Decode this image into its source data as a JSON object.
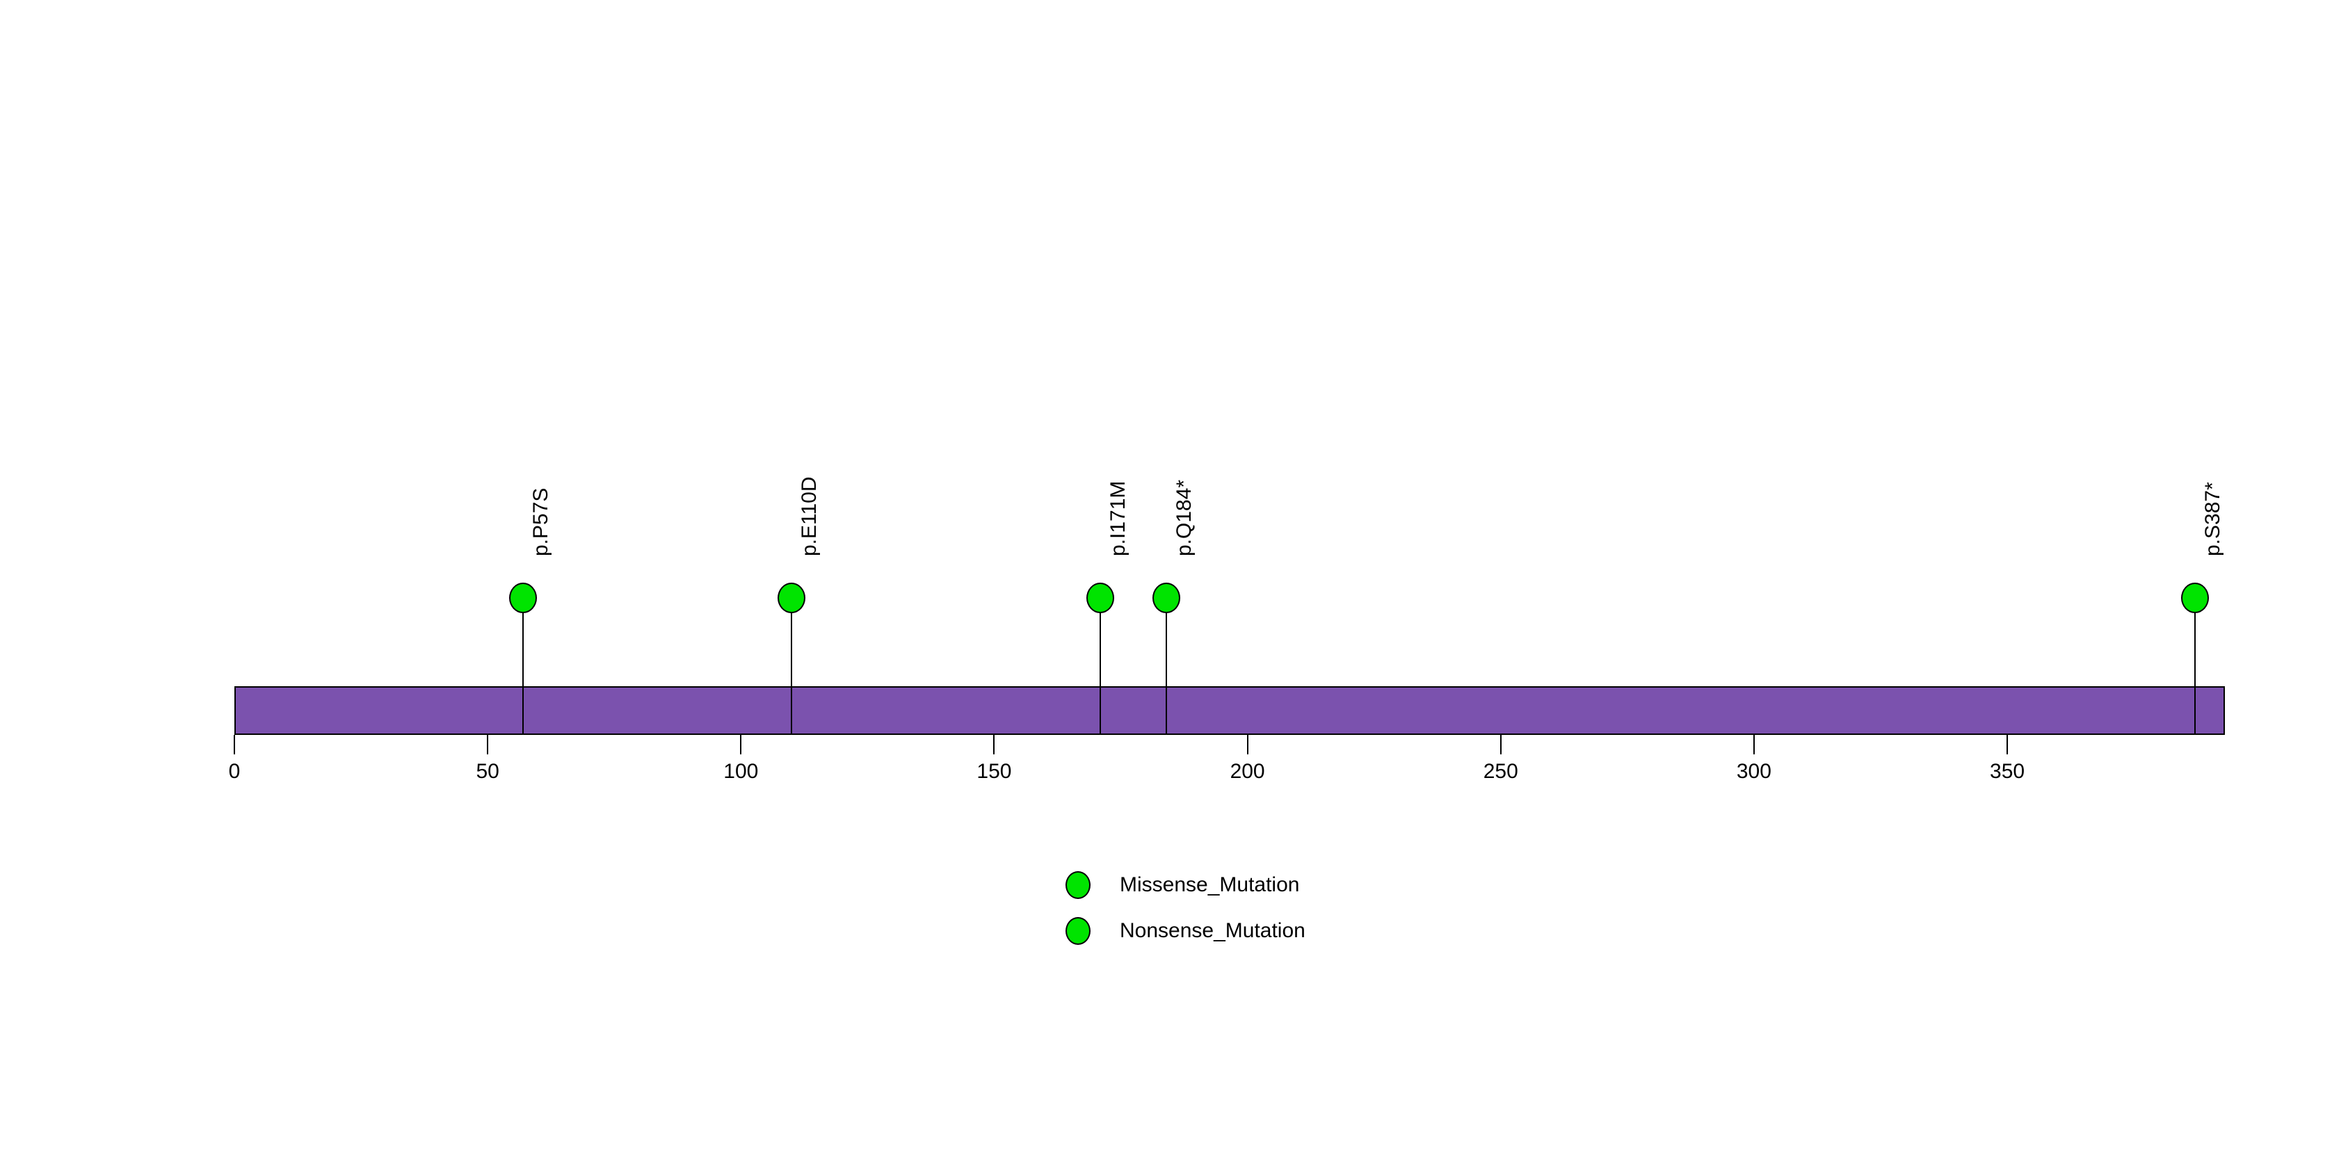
{
  "chart_data": {
    "type": "lollipop",
    "title": "",
    "xlabel": "",
    "ylabel": "",
    "xlim": [
      0,
      393
    ],
    "grid": false,
    "legend_position": "bottom-center",
    "protein": {
      "length": 393,
      "color": "#7B52AE",
      "border_color": "#000000"
    },
    "axis": {
      "ticks": [
        0,
        50,
        100,
        150,
        200,
        250,
        300,
        350
      ],
      "tick_labels": [
        "0",
        "50",
        "100",
        "150",
        "200",
        "250",
        "300",
        "350"
      ]
    },
    "mutations": [
      {
        "label": "p.P57S",
        "position": 57,
        "count": 1,
        "type": "Missense_Mutation",
        "color": "#00E400"
      },
      {
        "label": "p.E110D",
        "position": 110,
        "count": 1,
        "type": "Missense_Mutation",
        "color": "#00E400"
      },
      {
        "label": "p.I171M",
        "position": 171,
        "count": 1,
        "type": "Missense_Mutation",
        "color": "#00E400"
      },
      {
        "label": "p.Q184*",
        "position": 184,
        "count": 1,
        "type": "Nonsense_Mutation",
        "color": "#00E400"
      },
      {
        "label": "p.S387*",
        "position": 387,
        "count": 1,
        "type": "Nonsense_Mutation",
        "color": "#00E400"
      }
    ],
    "legend": [
      {
        "label": "Missense_Mutation",
        "color": "#00E400"
      },
      {
        "label": "Nonsense_Mutation",
        "color": "#00E400"
      }
    ]
  }
}
